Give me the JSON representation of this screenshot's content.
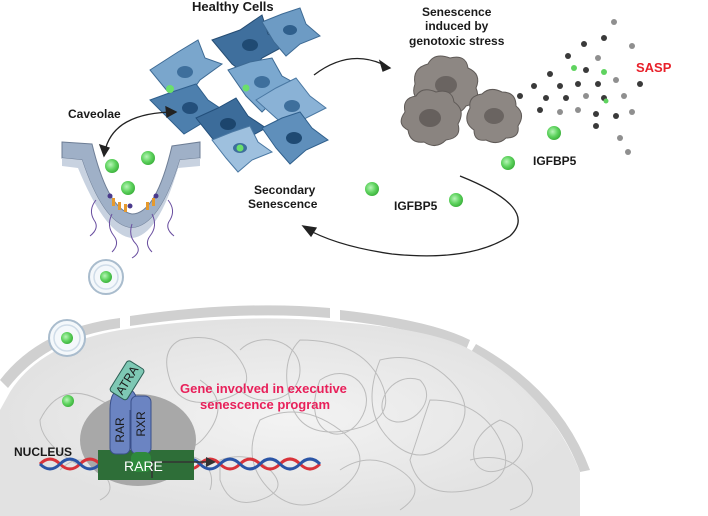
{
  "labels": {
    "healthy_cells": "Healthy Cells",
    "senescence_line1": "Senescence",
    "senescence_line2": "induced by",
    "senescence_line3": "genotoxic stress",
    "sasp": "SASP",
    "caveolae": "Caveolae",
    "igfbp5_right": "IGFBP5",
    "igfbp5_center": "IGFBP5",
    "secondary_line1": "Secondary",
    "secondary_line2": "Senescence",
    "gene_line1": "Gene involved in executive",
    "gene_line2": "senescence program",
    "nucleus": "NUCLEUS",
    "atra": "ATRA",
    "rar": "RAR",
    "rxr": "RXR",
    "rare": "RARE"
  },
  "colors": {
    "cell_light": "#6d9bc4",
    "cell_dark": "#2f5f8c",
    "senescent_cell": "#8a8480",
    "igfbp5_particle": "#5fd35f",
    "sasp_text": "#e8202a",
    "gene_text": "#e8205a",
    "nucleus_fill": "#ececec",
    "rar_fill": "#6b84c2",
    "atra_fill": "#7ec8b4",
    "rare_fill": "#2e6e38",
    "dna_red": "#d8333a",
    "dna_blue": "#2b55a6"
  }
}
